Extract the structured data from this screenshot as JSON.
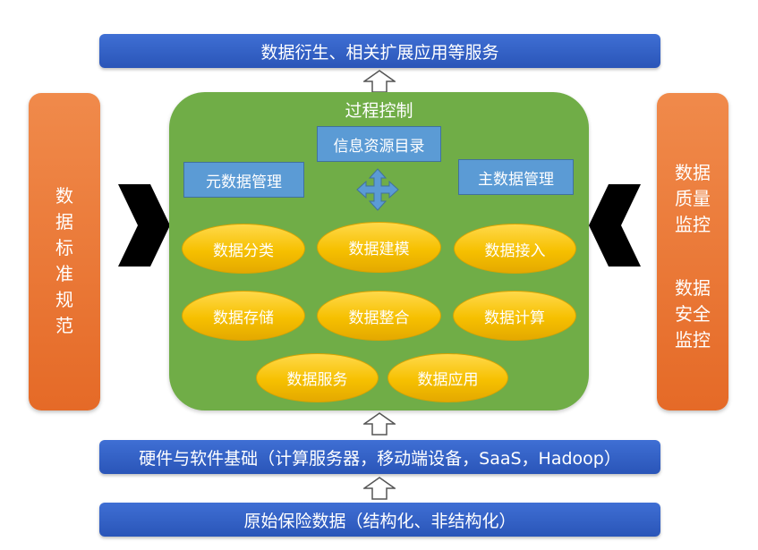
{
  "top_bar": "数据衍生、相关扩展应用等服务",
  "middle_bar": "硬件与软件基础（计算服务器，移动端设备，SaaS，Hadoop）",
  "bottom_bar": "原始保险数据（结构化、非结构化）",
  "left_panel": {
    "lines": [
      "数",
      "据",
      "标",
      "准",
      "规",
      "范"
    ]
  },
  "right_panel": {
    "group1": [
      "数据",
      "质量",
      "监控"
    ],
    "group2": [
      "数据",
      "安全",
      "监控"
    ]
  },
  "center": {
    "title": "过程控制",
    "boxes": {
      "info": "信息资源目录",
      "meta": "元数据管理",
      "master": "主数据管理"
    },
    "ovals": [
      "数据分类",
      "数据建模",
      "数据接入",
      "数据存储",
      "数据整合",
      "数据计算",
      "数据服务",
      "数据应用"
    ]
  },
  "colors": {
    "blue_bar": "#2f5fc7",
    "orange_panel": "#ed7d31",
    "green_panel": "#70ad47",
    "blue_box": "#5b9bd5",
    "yellow_oval": "#ffc000"
  },
  "icons": [
    "up-arrow-icon",
    "four-way-arrow-icon",
    "chevron-right-icon",
    "chevron-left-icon"
  ]
}
